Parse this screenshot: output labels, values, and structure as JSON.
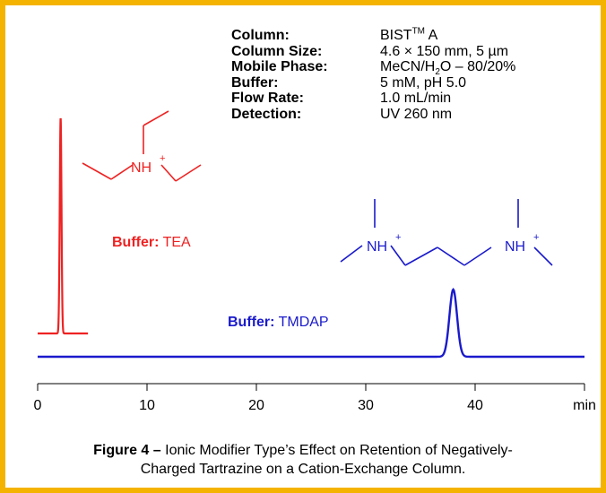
{
  "conditions": {
    "column_label": "Column:",
    "column_value_main": "BIST",
    "column_value_sup": "TM",
    "column_value_suffix": " A",
    "size_label": "Column Size:",
    "size_value": "4.6 × 150 mm, 5 µm",
    "phase_label": "Mobile Phase:",
    "phase_value_a": "MeCN/H",
    "phase_value_sub": "2",
    "phase_value_b": "O – 80/20%",
    "buffer_label": "Buffer:",
    "buffer_value": "5 mM, pH 5.0",
    "flow_label": "Flow Rate:",
    "flow_value": "1.0 mL/min",
    "detection_label": "Detection:",
    "detection_value": "UV 260 nm"
  },
  "structures": {
    "tea_nh": "NH",
    "tea_plus": "+",
    "tmdap_nh1": "NH",
    "tmdap_plus1": "+",
    "tmdap_nh2": "NH",
    "tmdap_plus2": "+"
  },
  "caption": {
    "prefix": "Figure 4 –",
    "line1": " Ionic Modifier Type’s Effect on Retention of Negatively-",
    "line2": "Charged Tartrazine on a Cation-Exchange Column."
  },
  "colors": {
    "tea": "#ee2222",
    "tmdap": "#1a1acc",
    "border": "#f5b301"
  },
  "chart_data": {
    "type": "line",
    "xlabel": "min",
    "xlim": [
      0,
      50
    ],
    "ylim": [
      0,
      1
    ],
    "x_ticks": [
      0,
      10,
      20,
      30,
      40
    ],
    "x_tick_labels": [
      "0",
      "10",
      "20",
      "30",
      "40"
    ],
    "grid": false,
    "series": [
      {
        "name": "Buffer: TEA",
        "label_bold": "Buffer:",
        "label_rest": " TEA",
        "color": "#ee2222",
        "x_end": 4.6,
        "peak_time": 2.1,
        "peak_height": 0.96,
        "peak_width": 0.08
      },
      {
        "name": "Buffer: TMDAP",
        "label_bold": "Buffer:",
        "label_rest": " TMDAP",
        "color": "#1a1acc",
        "x_end": 50,
        "peak_time": 38.0,
        "peak_height": 0.3,
        "peak_width": 0.35
      }
    ]
  }
}
